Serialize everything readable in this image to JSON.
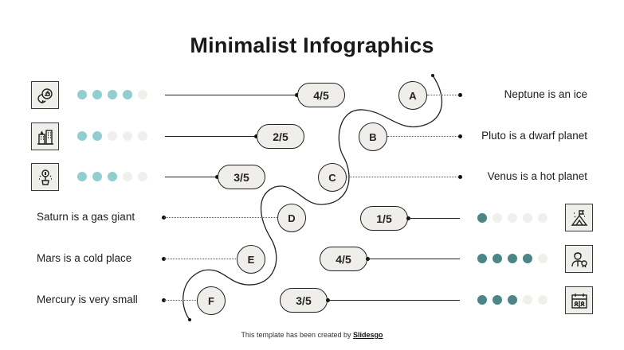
{
  "title": "Minimalist Infographics",
  "colors": {
    "left_dot_active": "#92cdd0",
    "right_dot_active": "#4b8586",
    "dot_inactive": "#f0efeb",
    "box_fill": "#efeeea",
    "line": "#222222"
  },
  "left_rows": [
    {
      "icon": "chat-thumbs-up-icon",
      "score": "4/5",
      "filled": 4
    },
    {
      "icon": "city-buildings-icon",
      "score": "2/5",
      "filled": 2
    },
    {
      "icon": "money-plant-icon",
      "score": "3/5",
      "filled": 3
    }
  ],
  "right_rows": [
    {
      "icon": "mountain-flag-icon",
      "score": "1/5",
      "filled": 1
    },
    {
      "icon": "person-award-icon",
      "score": "4/5",
      "filled": 4
    },
    {
      "icon": "calendar-people-icon",
      "score": "3/5",
      "filled": 3
    }
  ],
  "steps": [
    {
      "letter": "A",
      "text": "Neptune is an ice"
    },
    {
      "letter": "B",
      "text": "Pluto is a dwarf planet"
    },
    {
      "letter": "C",
      "text": "Venus is a hot planet"
    },
    {
      "letter": "D",
      "text": "Saturn is a gas giant"
    },
    {
      "letter": "E",
      "text": "Mars is a cold place"
    },
    {
      "letter": "F",
      "text": "Mercury is very small"
    }
  ],
  "footer": {
    "prefix": "This template has been created by ",
    "brand": "Slidesgo"
  }
}
